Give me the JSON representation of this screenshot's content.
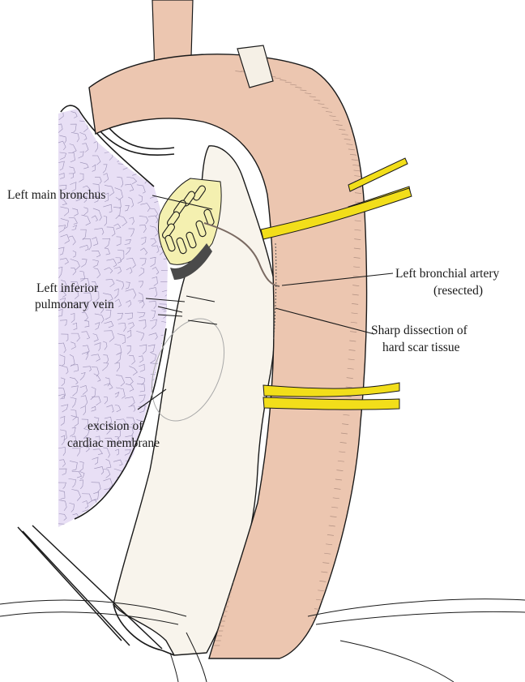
{
  "labels": {
    "left_main_bronchus": "Left main bronchus",
    "left_inferior_pulmonary_vein_line1": "Left  inferior",
    "left_inferior_pulmonary_vein_line2": "pulmonary vein",
    "excision_line1": "excision of",
    "excision_line2": "cardiac membrane",
    "bronchial_artery_line1": "Left  bronchial artery",
    "bronchial_artery_line2": "(resected)",
    "sharp_dissection_line1": "Sharp dissection of",
    "sharp_dissection_line2": "hard scar tissue"
  },
  "colors": {
    "aorta": "#ecc6b0",
    "aorta_hatch": "#b08f80",
    "lung": "#e8dff5",
    "lung_veins": "#9a90b5",
    "esophagus": "#f8f4ec",
    "bronchus": "#f4f0b0",
    "tape": "#f2de1a",
    "dark_tissue": "#4a4a4a"
  }
}
